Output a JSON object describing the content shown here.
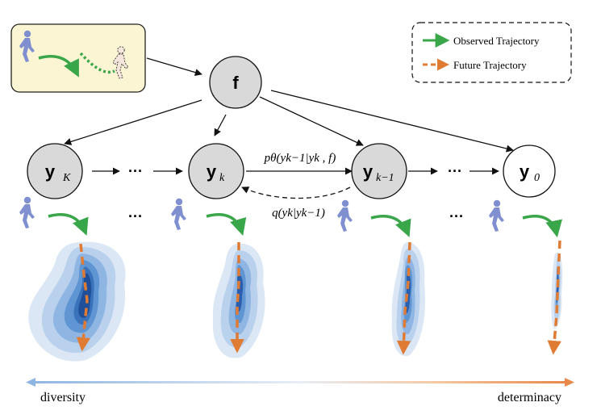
{
  "nodes": {
    "f": {
      "label": "f"
    },
    "yK": {
      "label": "y",
      "sub": "K"
    },
    "yk": {
      "label": "y",
      "sub": "k"
    },
    "ykm1": {
      "label": "y",
      "sub": "k−1"
    },
    "y0": {
      "label": "y",
      "sub": "0"
    }
  },
  "ellipsis": "···",
  "forward_label": "pθ(yk−1|yk , f)",
  "reverse_label": "q(yk|yk−1)",
  "legend": {
    "observed": "Observed Trajectory",
    "future": "Future Trajectory"
  },
  "axis": {
    "left": "diversity",
    "right": "determinacy"
  },
  "colors": {
    "green": "#3aa64a",
    "orange": "#e07b34",
    "node_fill": "#d9d9d9",
    "person_blue": "#7f8fcf",
    "panel_fill": "#fbf5d4"
  }
}
